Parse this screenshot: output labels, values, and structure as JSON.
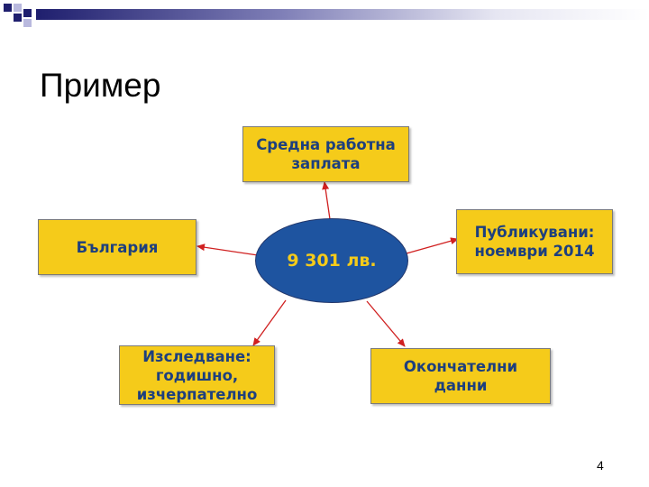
{
  "slide": {
    "title": "Пример",
    "page_number": "4"
  },
  "diagram": {
    "center": "9 301 лв.",
    "boxes": {
      "top": "Средна работна\nзаплата",
      "left": "България",
      "right": "Публикувани:\nноември 2014",
      "bottom_left": "Изследване:\nгодишно,\nизчерпателно",
      "bottom_right": "Окончателни\nданни"
    }
  },
  "colors": {
    "box_fill": "#f5cb1a",
    "box_text": "#1d3f7e",
    "center_fill": "#1e54a0",
    "center_text": "#f5cb1a",
    "arrow": "#d02020"
  }
}
